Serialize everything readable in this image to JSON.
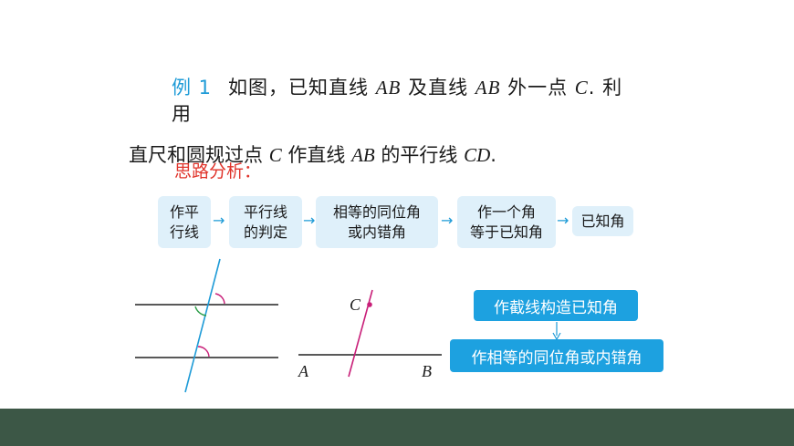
{
  "problem": {
    "label": "例 1",
    "line1_a": "如图，已知直线 ",
    "ab1": "AB",
    "line1_b": " 及直线 ",
    "ab2": "AB",
    "line1_c": " 外一点 ",
    "c": "C",
    "line1_d": ". 利",
    "line2": "用",
    "line3_a": "直尺和圆规过点 ",
    "c2": "C",
    "line3_b": " 作直线 ",
    "ab3": "AB",
    "line3_c": " 的平行线 ",
    "cd": "CD",
    "line3_d": "."
  },
  "analysis": {
    "title": "思路分析：",
    "flow": [
      {
        "line1": "作平",
        "line2": "行线"
      },
      {
        "line1": "平行线",
        "line2": "的判定"
      },
      {
        "line1": "相等的同位角",
        "line2": "或内错角"
      },
      {
        "line1": "作一个角",
        "line2": "等于已知角"
      },
      {
        "line1": "已知角",
        "line2": ""
      }
    ],
    "arrow": "→"
  },
  "steps": {
    "step1": "作截线构造已知角",
    "step2": "作相等的同位角或内错角"
  },
  "figure": {
    "label_c": "C",
    "label_a": "A",
    "label_b": "B"
  },
  "colors": {
    "accent_blue": "#1e9bd7",
    "red": "#e0332a",
    "flow_box_bg": "#dff0fa",
    "step_box_bg": "#1da1e0",
    "footer": "#3c5746",
    "angle_magenta": "#c81e78",
    "angle_green": "#2e9e4a"
  }
}
